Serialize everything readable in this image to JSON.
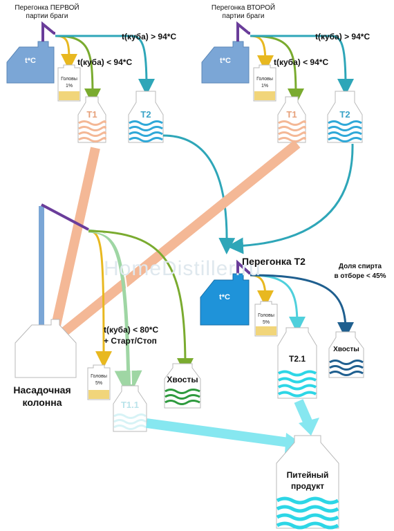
{
  "top_left": {
    "heading": "Перегонка ПЕРВОЙ\nпартии браги",
    "cube_label": "t*C",
    "cond_high": "t(куба) > 94*C",
    "cond_low": "t(куба) < 94*C",
    "heads_label": "Головы",
    "heads_pct": "1%",
    "t1_label": "T1",
    "t2_label": "T2"
  },
  "top_right": {
    "heading": "Перегонка ВТОРОЙ\nпартии браги",
    "cube_label": "t*C",
    "cond_high": "t(куба) > 94*C",
    "cond_low": "t(куба) < 94*C",
    "heads_label": "Головы",
    "heads_pct": "1%",
    "t1_label": "T1",
    "t2_label": "T2"
  },
  "column": {
    "label_line1": "Насадочная",
    "label_line2": "колонна",
    "cond_line1": "t(куба) < 80*C",
    "cond_line2": "+ Старт/Стоп",
    "heads_label": "Головы",
    "heads_pct": "5%",
    "t11_label": "T1.1",
    "tails_label": "Хвосты"
  },
  "t2_run": {
    "heading": "Перегонка Т2",
    "cube_label": "t*C",
    "cond_line1": "Доля спирта",
    "cond_line2": "в отборе < 45%",
    "heads_label": "Головы",
    "heads_pct": "5%",
    "t21_label": "T2.1",
    "tails_label": "Хвосты"
  },
  "product": {
    "label_line1": "Питейный",
    "label_line2": "продукт"
  },
  "watermark": "HomeDistiller.ru",
  "colors": {
    "tank_light": "#7ba6d6",
    "tank_bright": "#1f93d9",
    "pipe": "#6a3d9a",
    "yellow": "#e8b820",
    "green": "#7aab2f",
    "teal": "#2ea6b8",
    "orange": "#f4b896",
    "cyan": "#86e7f0",
    "dark_blue": "#1f5f8f"
  }
}
